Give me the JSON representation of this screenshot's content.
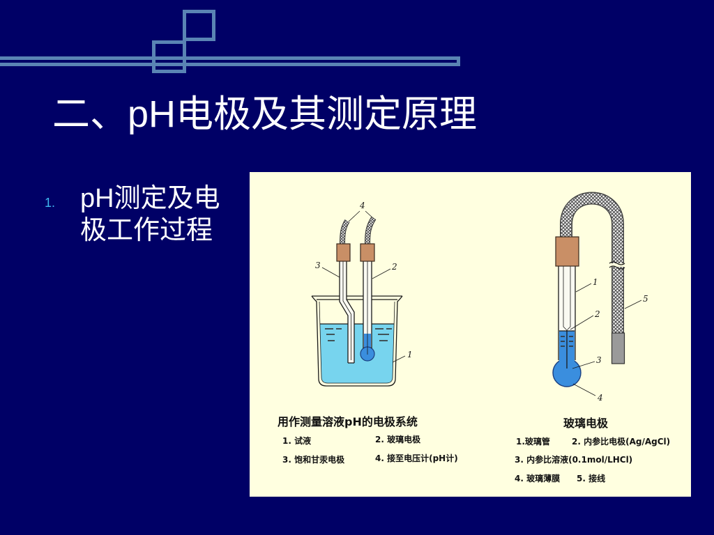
{
  "slide": {
    "title": "二、pH电极及其测定原理",
    "bullet_number": "1.",
    "bullet_lines": [
      "pH测定及电",
      "极工作过程"
    ]
  },
  "figure": {
    "left_diagram": {
      "labels": {
        "cable": "4",
        "reference_electrode": "3",
        "glass_electrode": "2",
        "test_solution": "1"
      },
      "caption": "用作测量溶液pH的电极系统",
      "legend": [
        "1. 试液",
        "2. 玻璃电极",
        "3. 饱和甘汞电极",
        "4. 接至电压计(pH计)"
      ]
    },
    "right_diagram": {
      "labels": {
        "glass_tube": "1",
        "inner_reference_electrode": "2",
        "inner_reference_solution": "3",
        "glass_membrane": "4",
        "lead_wire": "5"
      },
      "caption": "玻璃电极",
      "legend": [
        "1.玻璃管",
        "2. 内参比电极(Ag/AgCl)",
        "3. 内参比溶液(0.1mol/LHCl)",
        "4. 玻璃薄膜",
        "5. 接线"
      ]
    }
  },
  "colors": {
    "background": "#000066",
    "accent": "#5a84b4",
    "bullet": "#3fb8f0",
    "figure_bg": "#ffffe0",
    "liquid": "#77d4ee",
    "electrode": "#3a8ede",
    "cap": "#c98f66",
    "block": "#9a9a9a"
  }
}
